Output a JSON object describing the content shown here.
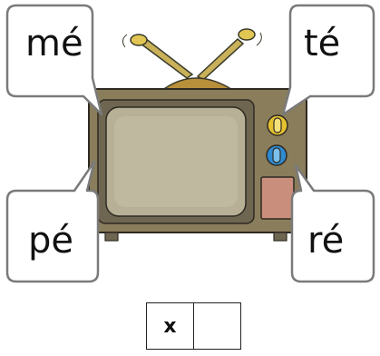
{
  "syllables": {
    "top_left": "mé",
    "top_right": "té",
    "bottom_left": "pé",
    "bottom_right": "ré"
  },
  "answer_cells": [
    "x",
    ""
  ]
}
